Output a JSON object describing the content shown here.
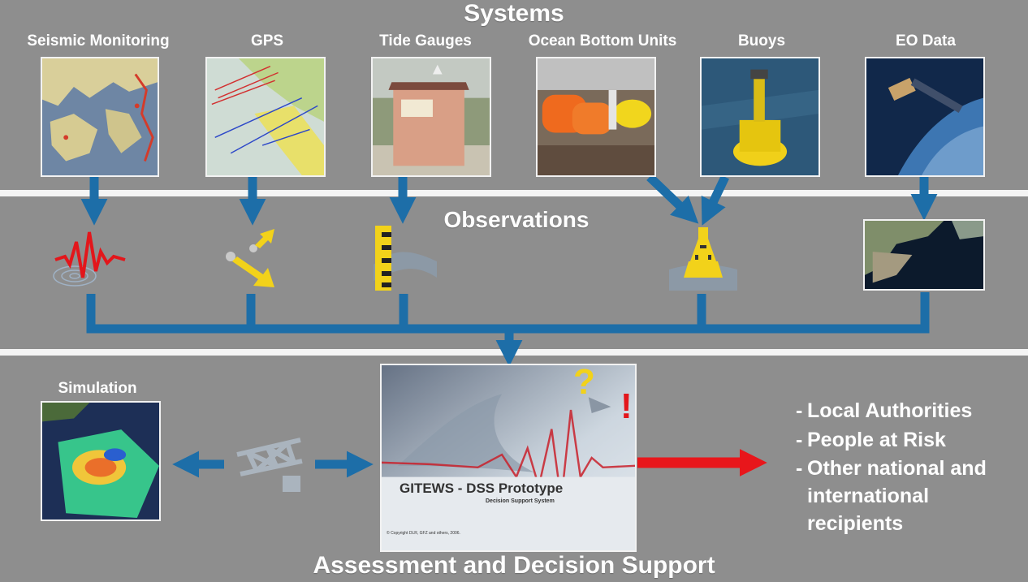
{
  "header": {
    "title": "Systems"
  },
  "systems": [
    {
      "label": "Seismic Monitoring"
    },
    {
      "label": "GPS"
    },
    {
      "label": "Tide Gauges"
    },
    {
      "label": "Ocean Bottom Units"
    },
    {
      "label": "Buoys"
    },
    {
      "label": "EO Data"
    }
  ],
  "observations": {
    "title": "Observations"
  },
  "simulation": {
    "label": "Simulation"
  },
  "dss": {
    "name": "GITEWS - DSS Prototype",
    "subtitle": "Decision Support System",
    "copyright": "© Copyright DLR, GFZ and others, 2006.",
    "question_mark": "?",
    "exclamation": "!"
  },
  "recipients": [
    "Local Authorities",
    "People at Risk",
    "Other national and international recipients"
  ],
  "footer": {
    "title": "Assessment and Decision Support"
  },
  "colors": {
    "arrow_blue": "#1d6ea8",
    "arrow_red": "#e8161b",
    "band": "#f4f4f4",
    "background": "#8e8e8e"
  }
}
